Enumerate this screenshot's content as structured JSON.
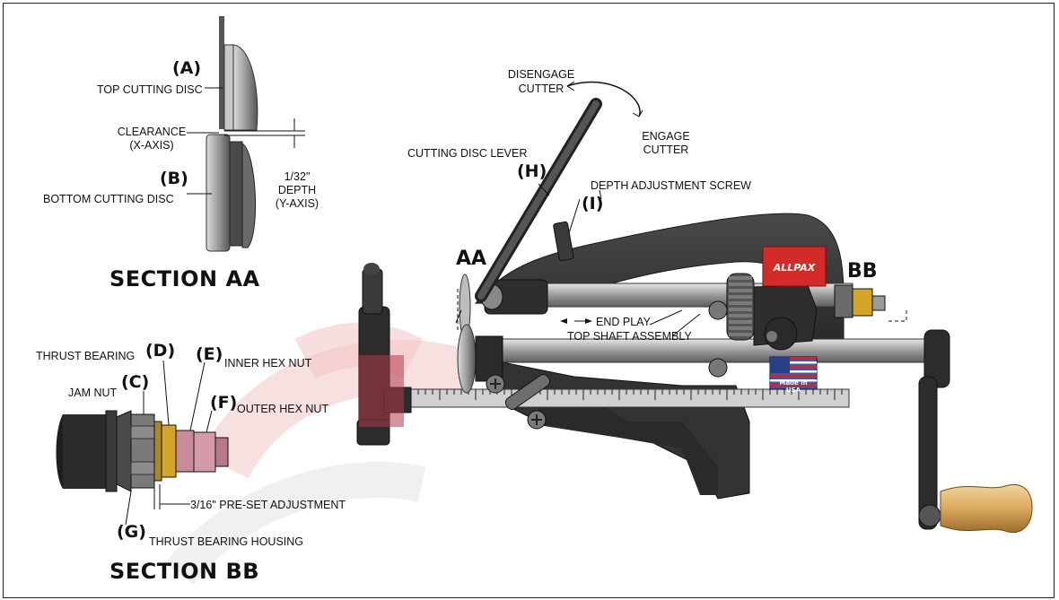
{
  "section_aa": {
    "title": "SECTION AA",
    "label_a_letter": "(A)",
    "label_a_text": "TOP CUTTING DISC",
    "clearance_line1": "CLEARANCE",
    "clearance_line2": "(X-AXIS)",
    "label_b_letter": "(B)",
    "label_b_text": "BOTTOM CUTTING DISC",
    "depth_line1": "1/32\"",
    "depth_line2": "DEPTH",
    "depth_line3": "(Y-AXIS)"
  },
  "section_bb": {
    "title": "SECTION BB",
    "thrust_bearing_text": "THRUST BEARING",
    "label_d_letter": "(D)",
    "label_e_letter": "(E)",
    "inner_hex_nut_text": "INNER HEX NUT",
    "jam_nut_text": "JAM NUT",
    "label_c_letter": "(C)",
    "label_f_letter": "(F)",
    "outer_hex_nut_text": "OUTER HEX NUT",
    "preset_text": "3/16\" PRE-SET ADJUSTMENT",
    "label_g_letter": "(G)",
    "housing_text": "THRUST BEARING HOUSING"
  },
  "main": {
    "disengage_line1": "DISENGAGE",
    "disengage_line2": "CUTTER",
    "engage_line1": "ENGAGE",
    "engage_line2": "CUTTER",
    "lever_text": "CUTTING DISC LEVER",
    "label_h_letter": "(H)",
    "depth_screw_text": "DEPTH ADJUSTMENT SCREW",
    "label_i_letter": "(I)",
    "aa_marker": "AA",
    "bb_marker": "BB",
    "end_play_text": "END PLAY",
    "top_shaft_text": "TOP SHAFT ASSEMBLY",
    "plate_brand": "ALLPAX",
    "flag_text": "Made in USA"
  },
  "colors": {
    "machine_body": "#3a3a3a",
    "shaft": "#a8a8a8",
    "plate_red": "#d32a2a",
    "handle_wood": "#d9a85e",
    "brass": "#d4a52a",
    "pink_nut": "#c98a9a",
    "watermark": "#d96a6a"
  }
}
